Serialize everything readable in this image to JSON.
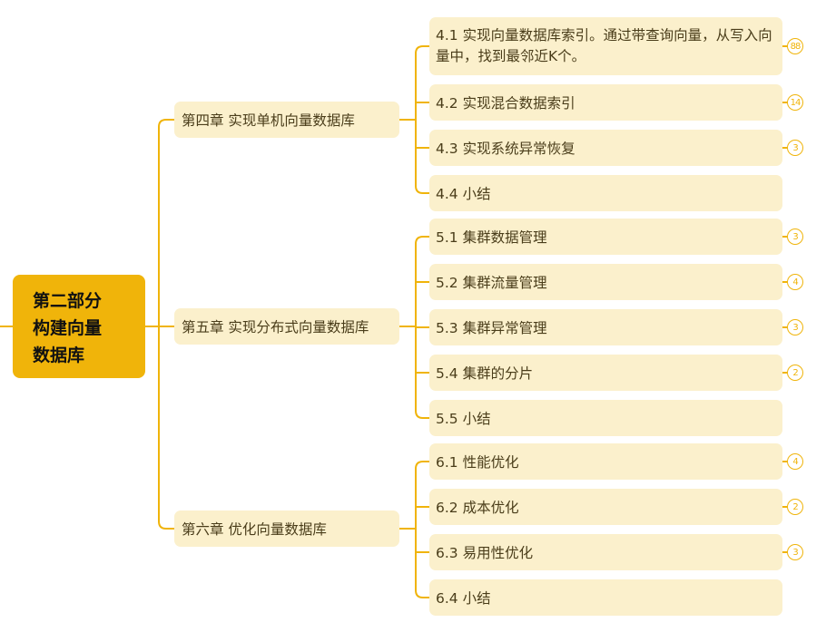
{
  "root": {
    "lines": [
      "第二部分",
      "构建向量",
      "数据库"
    ]
  },
  "chapters": [
    {
      "label": "第四章 实现单机向量数据库",
      "sections": [
        {
          "label": "4.1 实现向量数据库索引。通过带查询向量，从写入向量中，找到最邻近K个。",
          "count": "88"
        },
        {
          "label": "4.2 实现混合数据索引",
          "count": "14"
        },
        {
          "label": "4.3 实现系统异常恢复",
          "count": "3"
        },
        {
          "label": "4.4 小结",
          "count": null
        }
      ]
    },
    {
      "label": "第五章 实现分布式向量数据库",
      "sections": [
        {
          "label": "5.1 集群数据管理",
          "count": "3"
        },
        {
          "label": "5.2 集群流量管理",
          "count": "4"
        },
        {
          "label": "5.3 集群异常管理",
          "count": "3"
        },
        {
          "label": "5.4 集群的分片",
          "count": "2"
        },
        {
          "label": "5.5 小结",
          "count": null
        }
      ]
    },
    {
      "label": "第六章 优化向量数据库",
      "sections": [
        {
          "label": "6.1 性能优化",
          "count": "4"
        },
        {
          "label": "6.2 成本优化",
          "count": "2"
        },
        {
          "label": "6.3 易用性优化",
          "count": "3"
        },
        {
          "label": "6.4 小结",
          "count": null
        }
      ]
    }
  ],
  "colors": {
    "accent": "#f0b40a",
    "node_bg": "#fbf0cc",
    "text": "#4a3d1a"
  }
}
